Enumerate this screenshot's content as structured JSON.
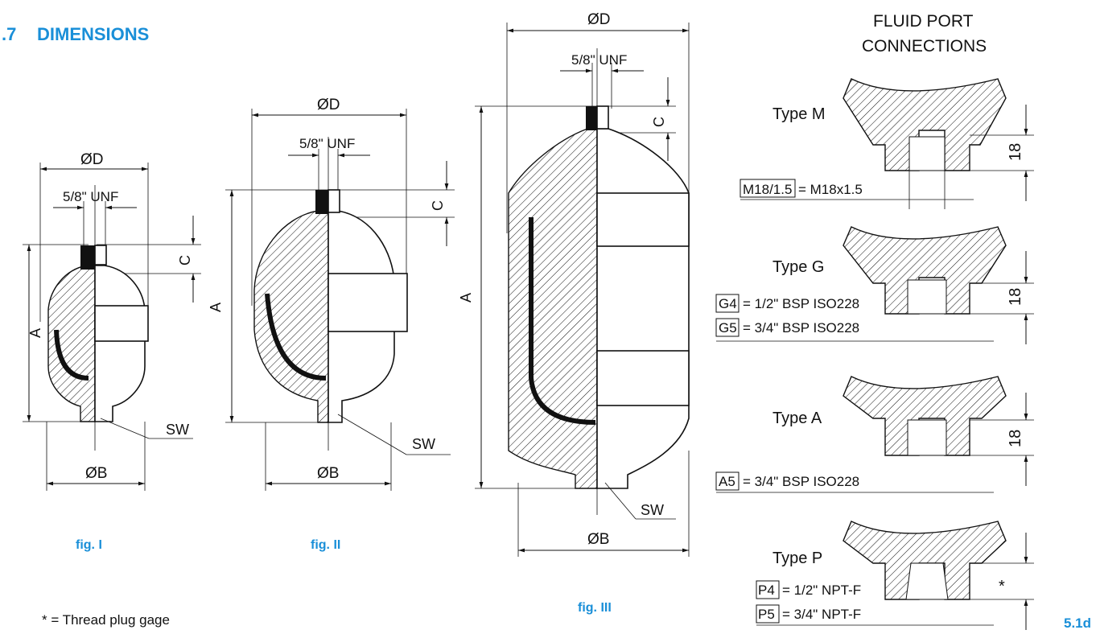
{
  "header": {
    "section_number": ".7",
    "section_title": "DIMENSIONS"
  },
  "fluid_port_title_line1": "FLUID PORT",
  "fluid_port_title_line2": "CONNECTIONS",
  "colors": {
    "accent": "#1a8fd8",
    "ink": "#111111"
  },
  "figures": [
    {
      "caption": "fig. I",
      "od_label": "ØD",
      "unf_label": "5/8\" UNF",
      "c_label": "C",
      "a_label": "A",
      "sw_label": "SW",
      "ob_label": "ØB"
    },
    {
      "caption": "fig. II",
      "od_label": "ØD",
      "unf_label": "5/8\" UNF",
      "c_label": "C",
      "a_label": "A",
      "sw_label": "SW",
      "ob_label": "ØB"
    },
    {
      "caption": "fig. III",
      "od_label": "ØD",
      "unf_label": "5/8\" UNF",
      "c_label": "C",
      "a_label": "A",
      "sw_label": "SW",
      "ob_label": "ØB"
    }
  ],
  "port_types": [
    {
      "type_label": "Type M",
      "dimension": "18",
      "codes": [
        {
          "code": "M18/1.5",
          "description": "= M18x1.5"
        }
      ]
    },
    {
      "type_label": "Type G",
      "dimension": "18",
      "codes": [
        {
          "code": "G4",
          "description": "= 1/2\" BSP ISO228"
        },
        {
          "code": "G5",
          "description": "= 3/4\" BSP ISO228"
        }
      ]
    },
    {
      "type_label": "Type A",
      "dimension": "18",
      "codes": [
        {
          "code": "A5",
          "description": "= 3/4\" BSP ISO228"
        }
      ]
    },
    {
      "type_label": "Type P",
      "dimension": "*",
      "codes": [
        {
          "code": "P4",
          "description": "= 1/2\" NPT-F"
        },
        {
          "code": "P5",
          "description": "= 3/4\" NPT-F"
        }
      ]
    }
  ],
  "footnote": "* = Thread plug gage",
  "page_number": "5.1d"
}
